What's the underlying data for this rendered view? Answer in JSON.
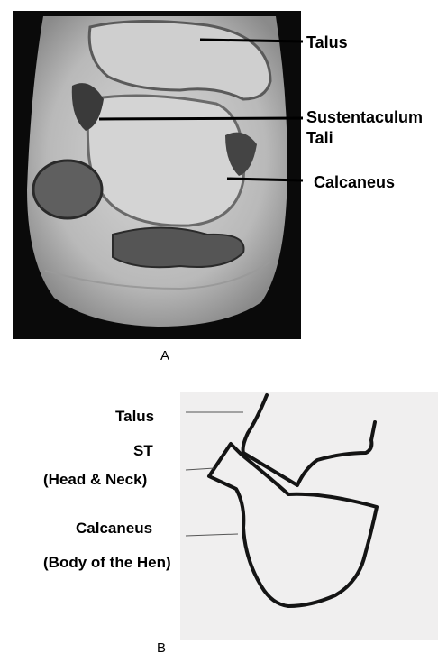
{
  "panel_a": {
    "letter": "A",
    "labels": {
      "talus": "Talus",
      "sustentaculum_line1": "Sustentaculum",
      "sustentaculum_line2": "Tali",
      "calcaneus": "Calcaneus"
    }
  },
  "panel_b": {
    "letter": "B",
    "labels": {
      "talus": "Talus",
      "st_line1": "ST",
      "st_line2": "(Head & Neck)",
      "calcaneus_line1": "Calcaneus",
      "calcaneus_line2": "(Body of the Hen)"
    }
  }
}
